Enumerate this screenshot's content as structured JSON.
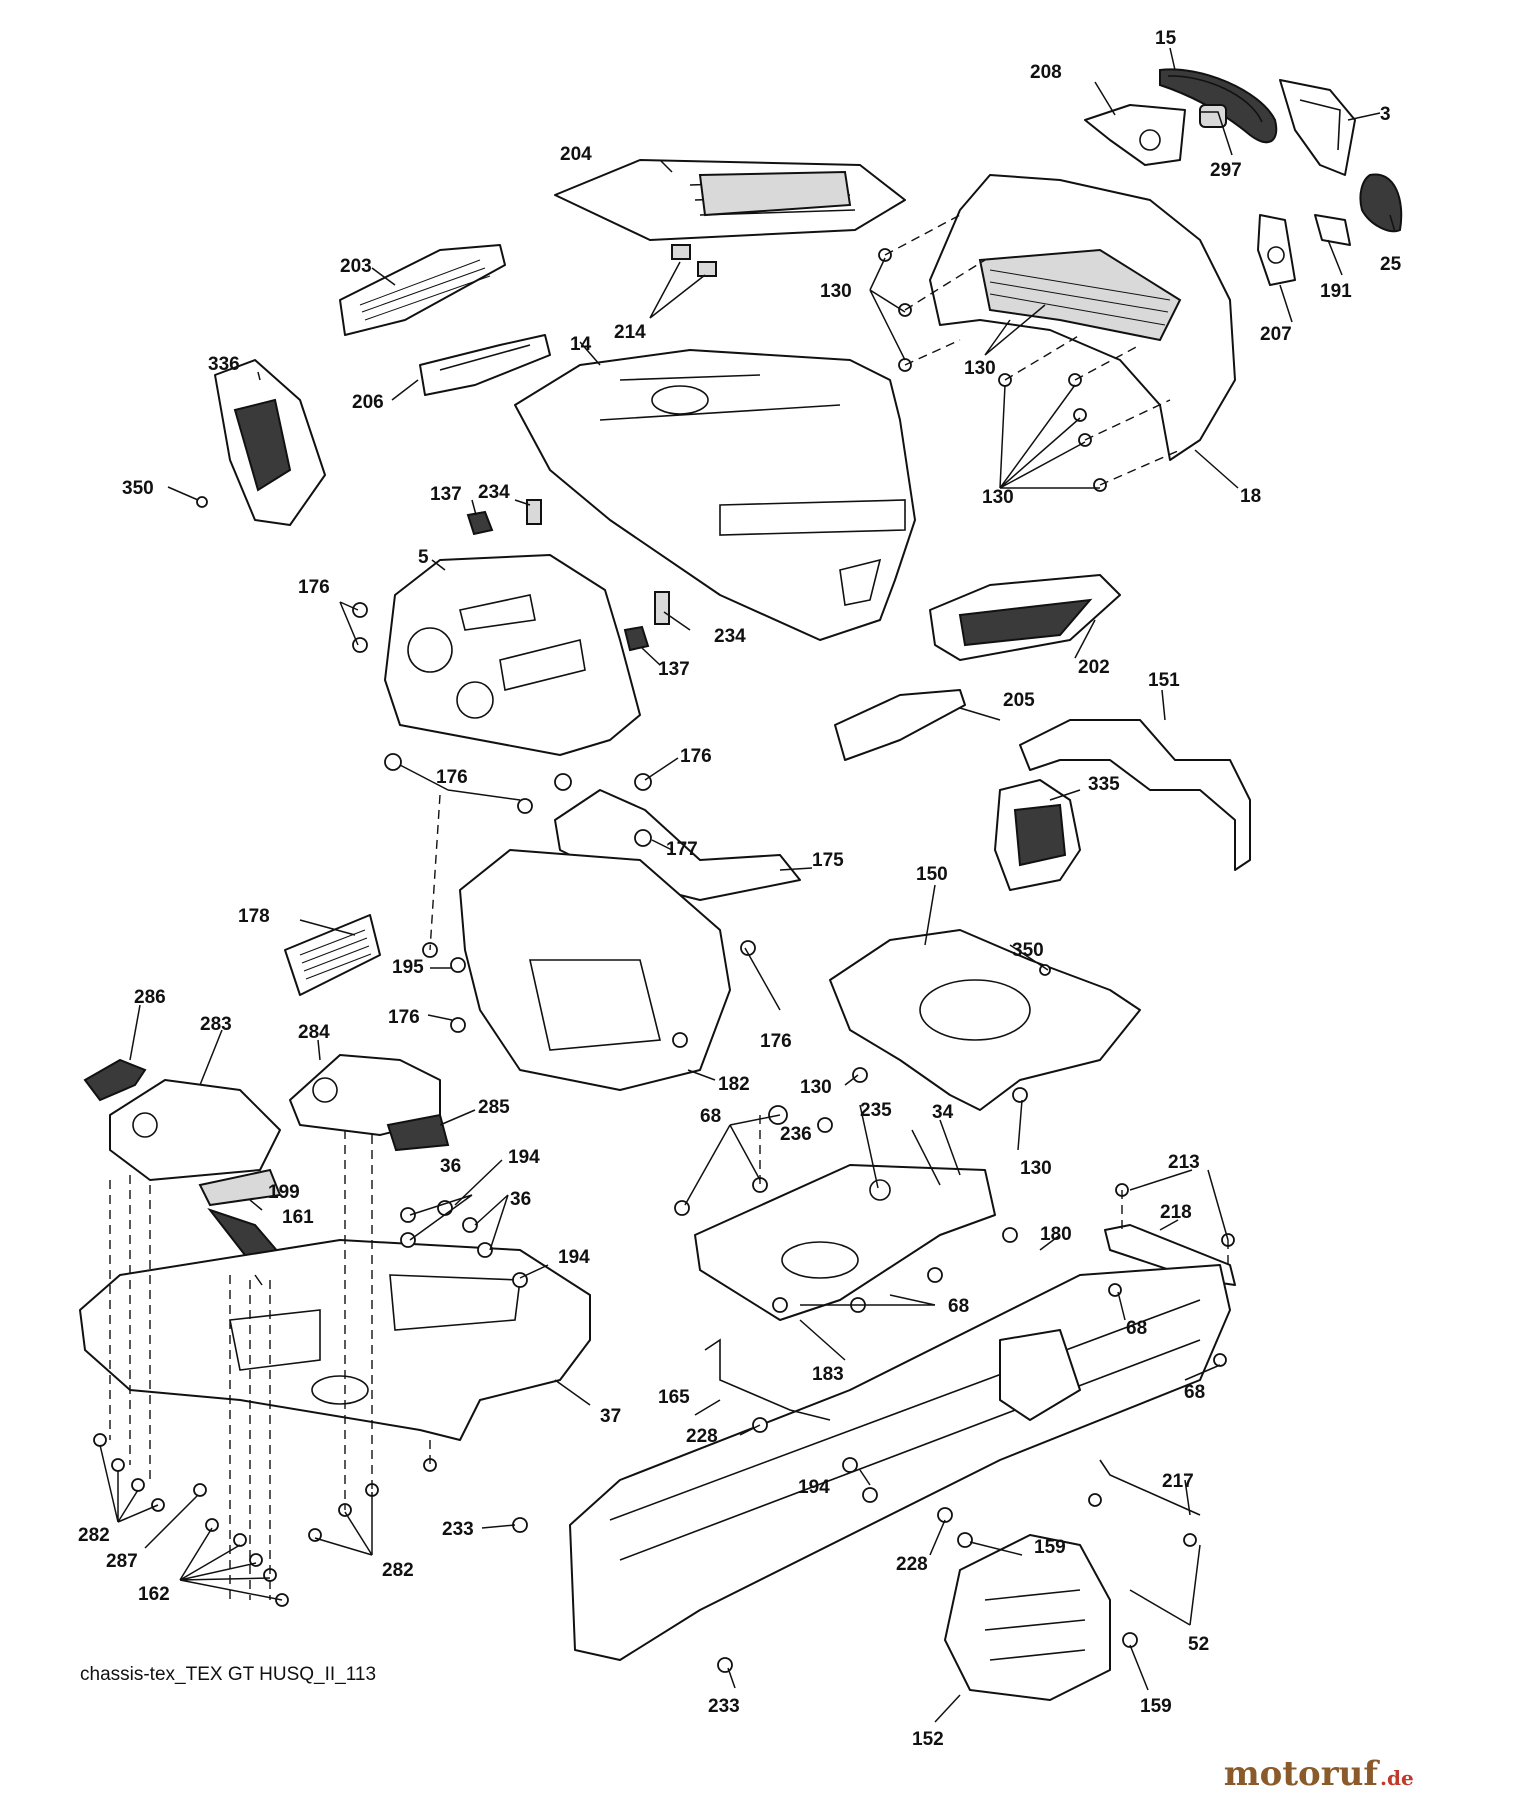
{
  "drawing_code": "chassis-tex_TEX GT HUSQ_II_113",
  "watermark": {
    "brand": "motoruf",
    "suffix": ".de",
    "brand_color": "#8a5a2b",
    "dot_color": "#c0392b"
  },
  "callouts": {
    "c15": "15",
    "c208": "208",
    "c3": "3",
    "c297": "297",
    "c25": "25",
    "c191": "191",
    "c207": "207",
    "c204": "204",
    "c203": "203",
    "c214": "214",
    "c14": "14",
    "c206": "206",
    "c336": "336",
    "c350a": "350",
    "c130a": "130",
    "c130b": "130",
    "c130c": "130",
    "c18": "18",
    "c137a": "137",
    "c234a": "234",
    "c5": "5",
    "c176a": "176",
    "c234b": "234",
    "c137b": "137",
    "c202": "202",
    "c176b": "176",
    "c176c": "176",
    "c205": "205",
    "c151": "151",
    "c335": "335",
    "c177": "177",
    "c175": "175",
    "c150": "150",
    "c350b": "350",
    "c178": "178",
    "c195": "195",
    "c176d": "176",
    "c176e": "176",
    "c182": "182",
    "c130d": "130",
    "c130e": "130",
    "c286": "286",
    "c283": "283",
    "c284": "284",
    "c285": "285",
    "c68a": "68",
    "c235": "235",
    "c236": "236",
    "c34": "34",
    "c213": "213",
    "c218": "218",
    "c194a": "194",
    "c36a": "36",
    "c36b": "36",
    "c199": "199",
    "c161": "161",
    "c194b": "194",
    "c180": "180",
    "c68b": "68",
    "c68c": "68",
    "c68d": "68",
    "c183": "183",
    "c165": "165",
    "c37": "37",
    "c228a": "228",
    "c194c": "194",
    "c217": "217",
    "c282a": "282",
    "c287": "287",
    "c162": "162",
    "c282b": "282",
    "c233a": "233",
    "c228b": "228",
    "c159a": "159",
    "c52": "52",
    "c159b": "159",
    "c233b": "233",
    "c152": "152"
  }
}
